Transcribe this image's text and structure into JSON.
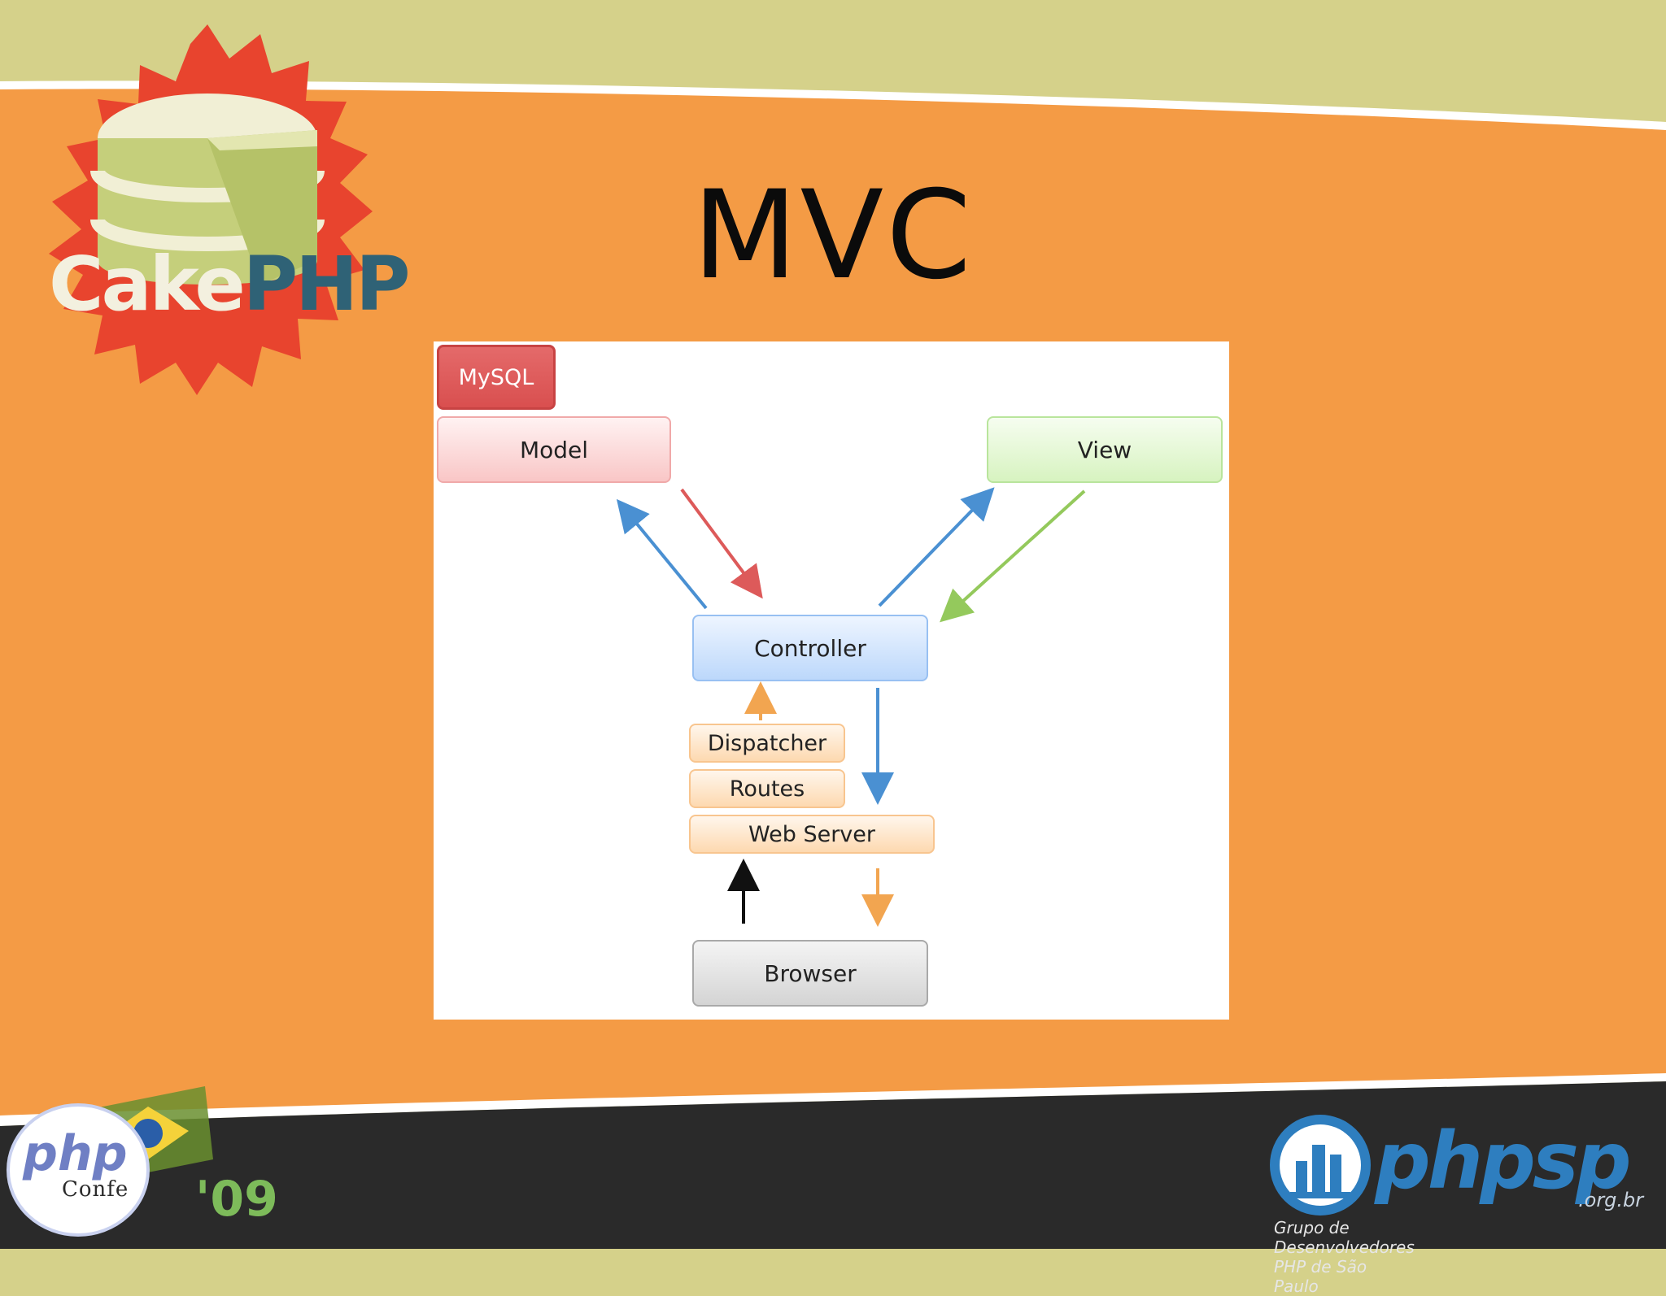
{
  "slide": {
    "title": "MVC"
  },
  "diagram": {
    "nodes": {
      "mysql": "MySQL",
      "model": "Model",
      "view": "View",
      "controller": "Controller",
      "dispatcher": "Dispatcher",
      "routes": "Routes",
      "web_server": "Web Server",
      "browser": "Browser"
    },
    "arrow_colors": {
      "blue": "#4a90d2",
      "red": "#dd5a5a",
      "green": "#94c95c",
      "orange": "#f2a550",
      "black": "#111111"
    }
  },
  "logos": {
    "cakephp": {
      "part1": "Cake",
      "part2": "PHP"
    },
    "phpsp": {
      "name": "phpsp",
      "domain": ".org.br",
      "tagline": "Grupo de Desenvolvedores PHP de São Paulo"
    },
    "php_conference": {
      "php": "php",
      "name": "Confe",
      "year": "'09"
    }
  },
  "colors": {
    "slide_orange": "#f49b45",
    "top_band": "#d5d18a",
    "bottom_band": "#2a2a2a"
  }
}
